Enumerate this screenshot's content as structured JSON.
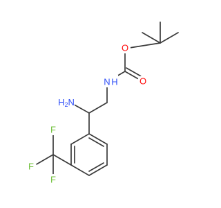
{
  "molecule": {
    "atoms": {
      "nh_label": "N",
      "nh_h": "H",
      "o_ester": "O",
      "o_carbonyl": "O",
      "amine_label": "H2N",
      "f1": "F",
      "f2": "F",
      "f3": "F"
    },
    "colors": {
      "bond": "#3a3a3a",
      "nitrogen": "#3050f8",
      "oxygen": "#ff0d0d",
      "fluorine": "#6fbf3a"
    }
  }
}
